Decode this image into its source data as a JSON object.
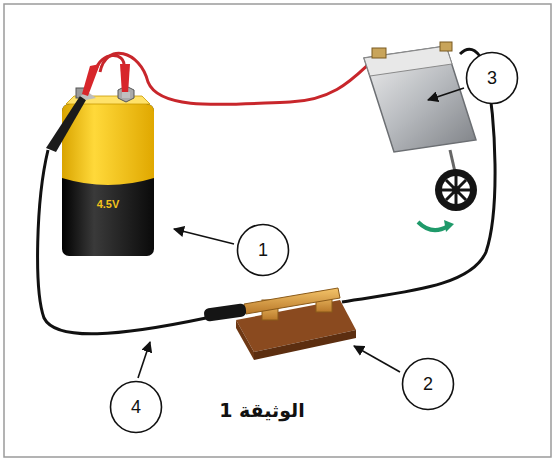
{
  "diagram": {
    "nodes": [
      {
        "text": [
          "3"
        ]
      },
      {
        "text": [
          "1"
        ]
      },
      {
        "text": [
          "2"
        ]
      },
      {
        "text": [
          "4"
        ]
      }
    ],
    "labels": [
      "4.5V",
      "الوثيقة 1"
    ]
  }
}
